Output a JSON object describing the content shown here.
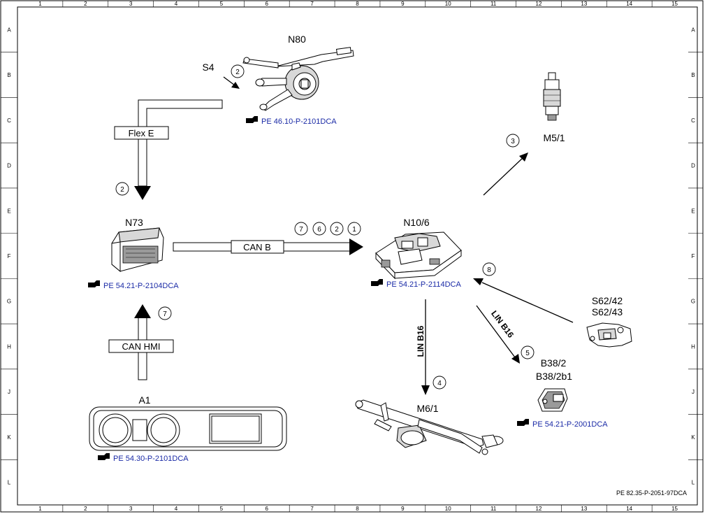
{
  "grid": {
    "columns": [
      "1",
      "2",
      "3",
      "4",
      "5",
      "6",
      "7",
      "8",
      "9",
      "10",
      "11",
      "12",
      "13",
      "14",
      "15"
    ],
    "rows": [
      "A",
      "B",
      "C",
      "D",
      "E",
      "F",
      "G",
      "H",
      "J",
      "K",
      "L"
    ]
  },
  "components": {
    "n80": "N80",
    "s4": "S4",
    "n73": "N73",
    "a1": "A1",
    "n10_6": "N10/6",
    "m5_1": "M5/1",
    "m6_1": "M6/1",
    "s62_42": "S62/42",
    "s62_43": "S62/43",
    "b38_2": "B38/2",
    "b38_2b1": "B38/2b1"
  },
  "references": {
    "n80": "PE 46.10-P-2101DCA",
    "n73": "PE 54.21-P-2104DCA",
    "a1": "PE 54.30-P-2101DCA",
    "n10_6": "PE 54.21-P-2114DCA",
    "b38_2": "PE 54.21-P-2001DCA"
  },
  "buses": {
    "flex_e": "Flex E",
    "can_b": "CAN B",
    "can_hmi": "CAN HMI",
    "lin_b16_down": "LIN B16",
    "lin_b16_diag": "LIN B16"
  },
  "signals": {
    "s4_n80": "2",
    "flex_e": "2",
    "can_b": [
      "7",
      "6",
      "2",
      "1"
    ],
    "can_hmi": "7",
    "m5_1": "3",
    "m6_1": "4",
    "b38_2": "5",
    "s62": "8"
  },
  "doc_id": "PE 82.35-P-2051-97DCA"
}
